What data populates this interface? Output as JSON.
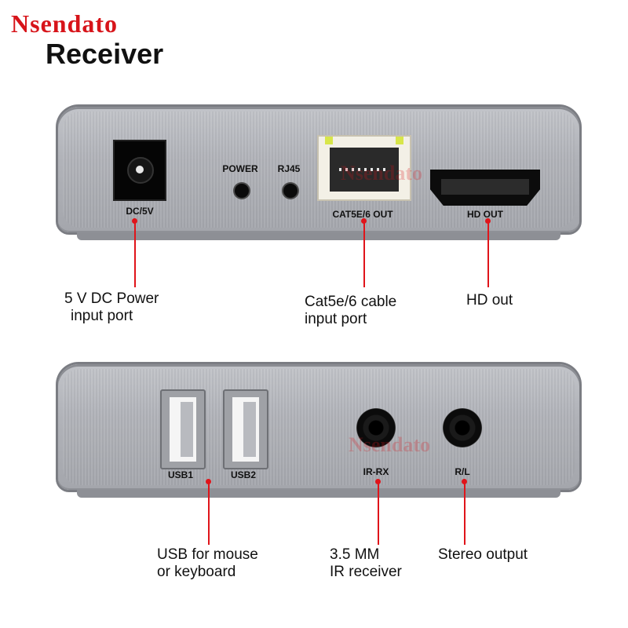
{
  "brand": "Nsendato",
  "title": "Receiver",
  "top_panel": {
    "ports": {
      "dc": "DC/5V",
      "power": "POWER",
      "rj45": "RJ45",
      "cat": "CAT5E/6 OUT",
      "hd": "HD OUT"
    },
    "watermark": "Nsendato",
    "callouts": {
      "dc_line1": "5 V DC Power",
      "dc_line2": "input port",
      "cat_line1": "Cat5e/6 cable",
      "cat_line2": "input port",
      "hd": "HD  out"
    }
  },
  "bottom_panel": {
    "ports": {
      "usb1": "USB1",
      "usb2": "USB2",
      "irrx": "IR-RX",
      "rl": "R/L"
    },
    "watermark": "Nsendato",
    "callouts": {
      "usb_line1": "USB for mouse",
      "usb_line2": "or keyboard",
      "ir_line1": "3.5 MM",
      "ir_line2": "IR receiver",
      "stereo": "Stereo output"
    }
  },
  "colors": {
    "brand": "#d7141a",
    "leader": "#e0141a",
    "panel": "#b1b3b9"
  }
}
